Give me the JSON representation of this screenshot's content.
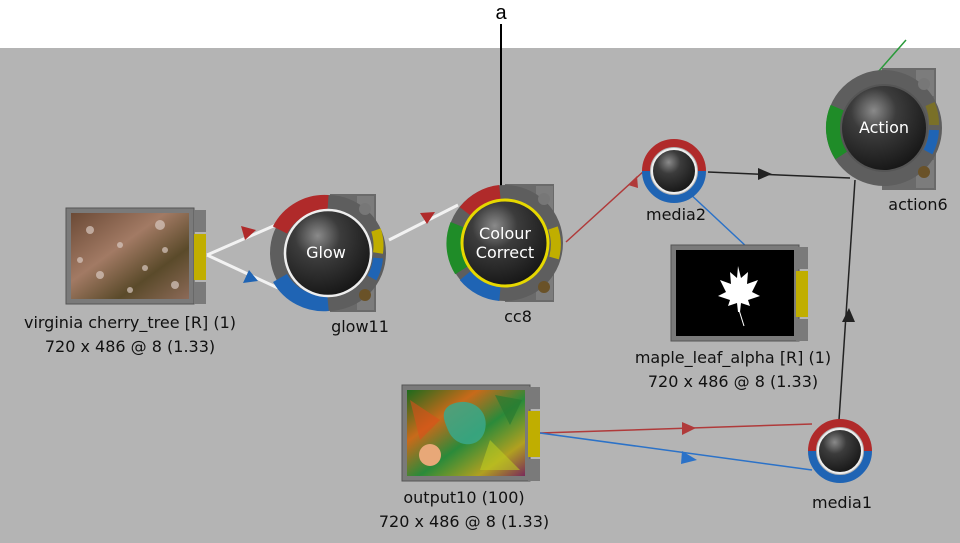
{
  "callout": {
    "label": "a"
  },
  "nodes": {
    "clip_virginia": {
      "name": "virginia cherry_tree [R] (1)",
      "info": "720 x 486 @ 8 (1.33)"
    },
    "glow": {
      "title": "Glow",
      "name": "glow11"
    },
    "cc": {
      "title_line1": "Colour",
      "title_line2": "Correct",
      "name": "cc8"
    },
    "media2": {
      "name": "media2"
    },
    "action": {
      "title": "Action",
      "name": "action6"
    },
    "clip_maple": {
      "name": "maple_leaf_alpha [R] (1)",
      "info": "720 x 486 @ 8 (1.33)"
    },
    "clip_output": {
      "name": "output10 (100)",
      "info": "720 x 486 @ 8 (1.33)"
    },
    "media1": {
      "name": "media1"
    }
  },
  "colors": {
    "canvas": "#b4b4b4",
    "port_red": "#b02a2a",
    "port_blue": "#1f64b4",
    "port_yellow": "#c8b400",
    "port_green": "#1f8c28",
    "link_white": "#f2f2f2",
    "link_red": "#b03a3a",
    "link_blue": "#2b72c8",
    "link_black": "#222222",
    "link_green": "#2a9a3a"
  }
}
